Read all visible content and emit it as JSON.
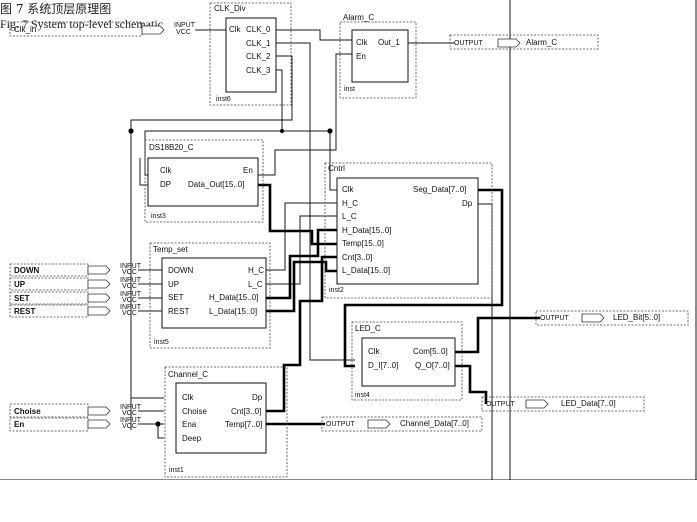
{
  "schematic": {
    "blocks": {
      "clk_div": {
        "title": "CLK_Div",
        "inst": "inst6",
        "ports_in": [
          "Clk"
        ],
        "ports_out": [
          "CLK_0",
          "CLK_1",
          "CLK_2",
          "CLK_3"
        ]
      },
      "alarm": {
        "title": "Alarm_C",
        "inst": "inst",
        "ports_in": [
          "Clk",
          "En"
        ],
        "ports_out": [
          "Out_1"
        ]
      },
      "ds18b20": {
        "title": "DS18B20_C",
        "inst": "inst3",
        "ports_in": [
          "Clk",
          "DP"
        ],
        "ports_out": [
          "En",
          "Data_Out[15..0]"
        ]
      },
      "cntrl": {
        "title": "Cntrl",
        "inst": "inst2",
        "ports_in": [
          "Clk",
          "H_C",
          "L_C",
          "H_Data[15..0]",
          "Temp[15..0]",
          "Cnt[3..0]",
          "L_Data[15..0]"
        ],
        "ports_out": [
          "Seg_Data[7..0]",
          "Dp"
        ]
      },
      "temp_set": {
        "title": "Temp_set",
        "inst": "inst5",
        "ports_in": [
          "DOWN",
          "UP",
          "SET",
          "REST"
        ],
        "ports_out": [
          "H_C",
          "L_C",
          "H_Data[15..0]",
          "L_Data[15..0]"
        ]
      },
      "led": {
        "title": "LED_C",
        "inst": "inst4",
        "ports_in": [
          "Clk",
          "D_I[7..0]"
        ],
        "ports_out": [
          "Com[5..0]",
          "Q_O[7..0]"
        ]
      },
      "channel": {
        "title": "Channel_C",
        "inst": "inst1",
        "ports_in": [
          "Clk",
          "Choise",
          "Ena",
          "Deep"
        ],
        "ports_out": [
          "Dp",
          "Cnt[3..0]",
          "Temp[7..0]"
        ]
      }
    },
    "inputs": [
      {
        "name": "Clk_in",
        "tag": "INPUT",
        "vcc": "VCC"
      },
      {
        "name": "DOWN",
        "tag": "INPUT",
        "vcc": "VCC"
      },
      {
        "name": "UP",
        "tag": "INPUT",
        "vcc": "VCC"
      },
      {
        "name": "SET",
        "tag": "INPUT",
        "vcc": "VCC"
      },
      {
        "name": "REST",
        "tag": "INPUT",
        "vcc": "VCC"
      },
      {
        "name": "Choise",
        "tag": "INPUT",
        "vcc": "VCC"
      },
      {
        "name": "En",
        "tag": "INPUT",
        "vcc": "VCC"
      }
    ],
    "outputs": [
      {
        "name": "Alarm_C",
        "tag": "OUTPUT"
      },
      {
        "name": "LED_Bit[5..0]",
        "tag": "OUTPUT"
      },
      {
        "name": "LED_Data[7..0]",
        "tag": "OUTPUT"
      },
      {
        "name": "Channel_Data[7..0]",
        "tag": "OUTPUT"
      }
    ]
  },
  "caption": {
    "cn": "图 7    系统顶层原理图",
    "en": "Fig. 7    System top-level schematic"
  }
}
